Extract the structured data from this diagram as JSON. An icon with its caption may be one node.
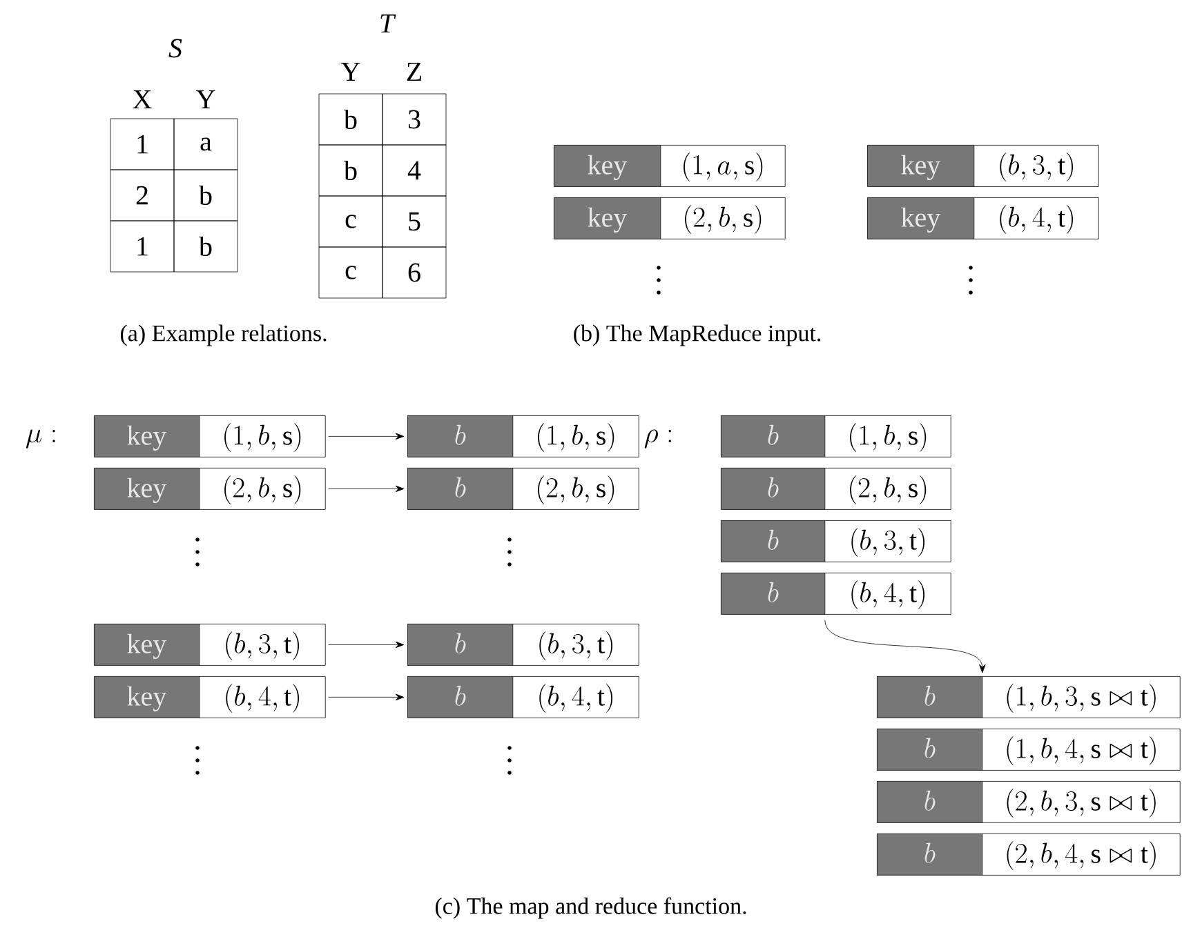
{
  "diagram": {
    "nodes": [
      {
        "text": [
          "\\mathrm{key}",
          "(1, a, \\textsc{s})"
        ]
      },
      {
        "text": [
          "\\mathrm{key}",
          "(2, b, \\textsc{s})"
        ]
      },
      {
        "text": [
          "\\mathrm{key}",
          "(b, 3, \\textsc{t})"
        ]
      },
      {
        "text": [
          "\\mathrm{key}",
          "(b, 4, \\textsc{t})"
        ]
      },
      {
        "text": [
          "\\mathrm{key}",
          "(1, b, \\textsc{s})"
        ]
      },
      {
        "text": [
          "\\mathrm{key}",
          "(2, b, \\textsc{s})"
        ]
      },
      {
        "text": [
          "\\mathrm{key}",
          "(b, 3, \\textsc{t})"
        ]
      },
      {
        "text": [
          "\\mathrm{key}",
          "(b, 4, \\textsc{t})"
        ]
      },
      {
        "text": [
          "b",
          "(1, b, \\textsc{s})"
        ]
      },
      {
        "text": [
          "b",
          "(2, b, \\textsc{s})"
        ]
      },
      {
        "text": [
          "b",
          "(b, 3, \\textsc{t})"
        ]
      },
      {
        "text": [
          "b",
          "(b, 4, \\textsc{t})"
        ]
      },
      {
        "text": [
          "b",
          "(1, b, \\textsc{s})"
        ]
      },
      {
        "text": [
          "b",
          "(2, b, \\textsc{s})"
        ]
      },
      {
        "text": [
          "b",
          "(b, 3, \\textsc{t})"
        ]
      },
      {
        "text": [
          "b",
          "(b, 4, \\textsc{t})"
        ]
      },
      {
        "text": [
          "b",
          "(1, b, 3, \\textsc{s} \\bowtie \\textsc{t})"
        ]
      },
      {
        "text": [
          "b",
          "(1, b, 4, \\textsc{s} \\bowtie \\textsc{t})"
        ]
      },
      {
        "text": [
          "b",
          "(2, b, 3, \\textsc{s} \\bowtie \\textsc{t})"
        ]
      },
      {
        "text": [
          "b",
          "(2, b, 4, \\textsc{s} \\bowtie \\textsc{t})"
        ]
      }
    ],
    "edges": [
      {
        "from": 4,
        "to": 8,
        "arrow": "to"
      },
      {
        "from": 5,
        "to": 9,
        "arrow": "to"
      },
      {
        "from": 6,
        "to": 10,
        "arrow": "to"
      },
      {
        "from": 7,
        "to": 11,
        "arrow": "to"
      },
      {
        "from": 15,
        "to": 16,
        "arrow": "to"
      }
    ],
    "labels": [
      "S",
      "X",
      "Y",
      "1",
      "a",
      "2",
      "b",
      "1",
      "b",
      "T",
      "Y",
      "Z",
      "b",
      "3",
      "b",
      "4",
      "c",
      "5",
      "c",
      "6",
      "(a) Example relations.",
      "(b) The MapReduce input.",
      "\\mu :",
      "\\rho :",
      "(c) The map and reduce function."
    ]
  }
}
